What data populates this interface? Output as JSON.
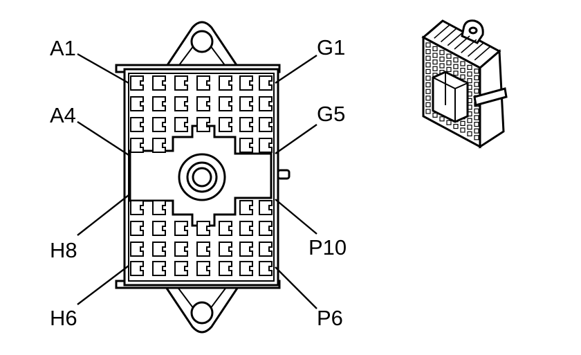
{
  "diagram": {
    "colors": {
      "ink": "#000000",
      "background": "#ffffff"
    },
    "pin_labels": {
      "a1": "A1",
      "a4": "A4",
      "h8": "H8",
      "h6": "H6",
      "g1": "G1",
      "g5": "G5",
      "p10": "P10",
      "p6": "P6"
    }
  }
}
